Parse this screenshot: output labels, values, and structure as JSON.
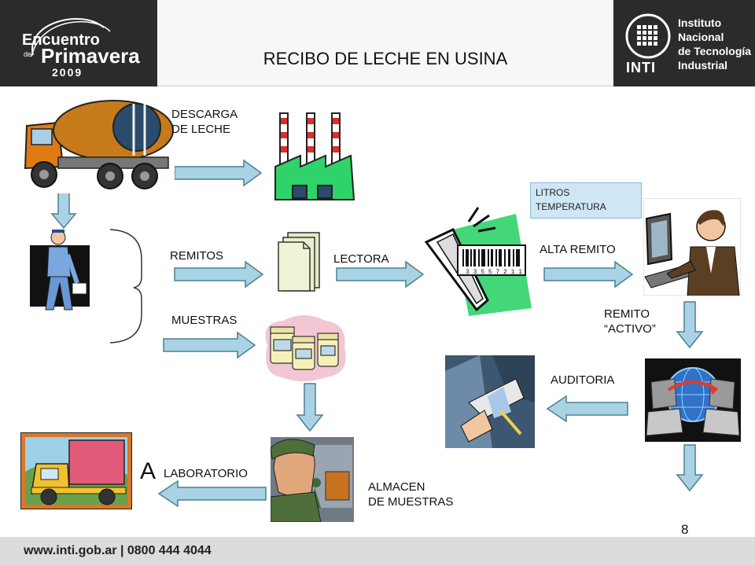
{
  "header": {
    "title": "RECIBO DE LECHE EN USINA",
    "left_logo": {
      "line1": "Encuentro",
      "line2": "de",
      "line3": "Primavera",
      "line4": "2009"
    },
    "right_logo": {
      "acronym": "INTI",
      "name_lines": [
        "Instituto",
        "Nacional",
        "de Tecnología",
        "Industrial"
      ]
    }
  },
  "labels": {
    "descarga": [
      "DESCARGA",
      "DE LECHE"
    ],
    "remitos": "REMITOS",
    "lectora": "LECTORA",
    "muestras": "MUESTRAS",
    "alta_remito": "ALTA REMITO",
    "litros_box": [
      "LITROS",
      "TEMPERATURA"
    ],
    "remito_activo": [
      "REMITO",
      "“ACTIVO”"
    ],
    "auditoria": "AUDITORIA",
    "laboratorio_a": "A",
    "laboratorio_rest": "LABORATORIO",
    "almacen": [
      "ALMACEN",
      "DE MUESTRAS"
    ],
    "barcode_number": "3 3 5 5 7 2 1 1"
  },
  "page_number": "8",
  "footer": {
    "text": "www.inti.gob.ar  |  0800 444 4044"
  },
  "colors": {
    "arrow_fill": "#a9d3e4",
    "arrow_stroke": "#4d7f93",
    "header_bg": "#2b2b2b",
    "factory_green": "#2fd36a",
    "footer_bg": "#dcdcdc"
  }
}
